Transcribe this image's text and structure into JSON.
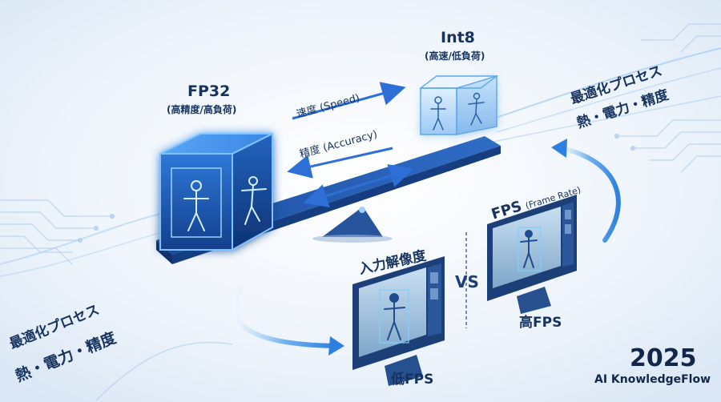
{
  "fp32": {
    "title": "FP32",
    "subtitle": "(高精度/高負荷)"
  },
  "int8": {
    "title": "Int8",
    "subtitle": "(高速/低負荷)"
  },
  "tradeoff": {
    "speed": "速度 (Speed)",
    "accuracy": "精度 (Accuracy)"
  },
  "optimize_right": {
    "line1": "最適化プロセス",
    "line2": "熱・電力・精度"
  },
  "optimize_left": {
    "line1": "最適化プロセス",
    "line2": "熱・電力・精度"
  },
  "input": {
    "label": "入力解像度",
    "low_fps": "低FPS"
  },
  "versus": "VS",
  "fps": {
    "label": "FPS",
    "sublabel": "(Frame Rate)",
    "high_fps": "高FPS"
  },
  "brand": {
    "year": "2025",
    "name": "AI KnowledgeFlow"
  },
  "icons": [
    "human-pose-icon",
    "skeleton-icon",
    "arrow-icon"
  ],
  "colors": {
    "primary": "#1f5fbf",
    "accent": "#3d8df0",
    "glow": "#9fd0ff",
    "background": "#eef4fb",
    "text": "#16335f"
  }
}
